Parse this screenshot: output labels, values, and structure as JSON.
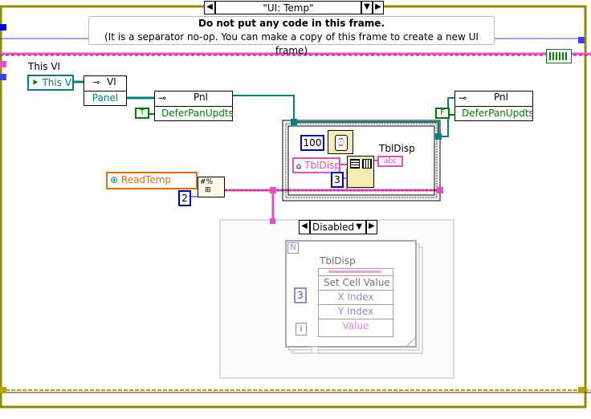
{
  "case_structure": {
    "selector_value": "\"UI: Temp\"",
    "comment_line1": "Do not put any code in this frame.",
    "comment_line2": "(It is a separator no-op. You can make a copy of this frame to create a new UI frame)"
  },
  "this_vi": {
    "label": "This VI",
    "ref_text": "This VI"
  },
  "vi_property_node": {
    "class_label": "VI",
    "property": "Panel"
  },
  "pnl_node_1": {
    "class_label": "Pnl",
    "property": "DeferPanUpdts",
    "bool_const": "T"
  },
  "pnl_node_2": {
    "class_label": "Pnl",
    "property": "DeferPanUpdts",
    "bool_const": "F"
  },
  "flat_sequence": {
    "wait_ms": "100",
    "table_ref_label": "TblDisp",
    "table_ref_text": "TblDisp",
    "column_const": "3",
    "table_indicator_label": "TblDisp",
    "indicator_glyph": "abc"
  },
  "readtemp": {
    "local_text": "ReadTemp",
    "reshape_const": "2"
  },
  "disabled_structure": {
    "selector_value": "Disabled",
    "loop_count_terminal": "N",
    "iteration_terminal": "i",
    "x_const": "3",
    "prop_node_title": "TblDisp",
    "prop_rows": [
      "Set Cell Value",
      "X Index",
      "Y Index",
      "Value"
    ]
  },
  "colors": {
    "case_border": "#8c8c00",
    "string_wire": "#e84ec3",
    "ref_wire": "#008080",
    "bool_wire": "#008000",
    "number_wire": "#0000cc",
    "error_wire": "#b8a000",
    "local_orange": "#e07000"
  }
}
